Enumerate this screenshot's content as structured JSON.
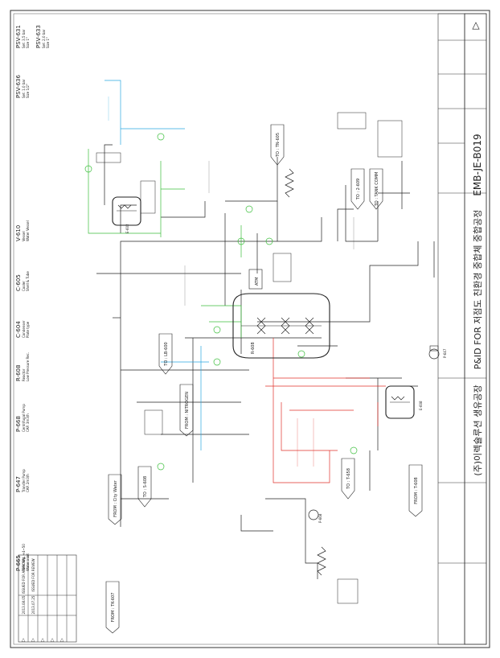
{
  "drawing": {
    "title_main": "P&ID FOR 저점도 친환경 중합체 중합공정",
    "drawing_no": "EMB-JE-B019",
    "company": "(주)이렉슐루션 생유공장",
    "rev_mark": "△"
  },
  "equipment": [
    {
      "tag": "P-665",
      "spec": [
        "Tank Stg. +4~50",
        "Water inlet"
      ]
    },
    {
      "tag": "P-647",
      "spec": [
        "Transfer Pump",
        "CAP. 2m3/h"
      ]
    },
    {
      "tag": "P-668",
      "spec": [
        "Centrifugal Pump",
        "CAP. 3m3/h"
      ]
    },
    {
      "tag": "R-608",
      "spec": [
        "Reactor",
        "Low Pressure Rec."
      ]
    },
    {
      "tag": "C-604",
      "spec": [
        "Condenser",
        "Plate type"
      ]
    },
    {
      "tag": "C-605",
      "spec": [
        "Cooler",
        "Shell & Tube"
      ]
    },
    {
      "tag": "V-610",
      "spec": [
        "Vessel",
        "Water Vessel"
      ]
    },
    {
      "tag": "PSV-636",
      "spec": [
        "Set: 1.0 bar",
        "Size 1/2\""
      ]
    },
    {
      "tag": "PSV-631",
      "spec": [
        "Set: 3.5 bar",
        "Size 1\""
      ]
    },
    {
      "tag": "PSV-633",
      "spec": [
        "Set: 2.0 bar",
        "Size 1\""
      ]
    }
  ],
  "offpage": [
    {
      "id": "tn",
      "text": "TO : TN-605"
    },
    {
      "id": "tankcomm",
      "text": "TO : TANK COMM"
    },
    {
      "id": "to2",
      "text": "TO : 2-609"
    },
    {
      "id": "tolb",
      "text": "TO : LB-600"
    },
    {
      "id": "tos",
      "text": "TO : S-608"
    },
    {
      "id": "tot",
      "text": "TO : T-658"
    },
    {
      "id": "fromcity",
      "text": "FROM : City Water"
    },
    {
      "id": "fromn2",
      "text": "FROM : NITROGEN"
    },
    {
      "id": "fromt",
      "text": "FROM : T-608"
    },
    {
      "id": "fromtk",
      "text": "FROM : TK-607"
    }
  ],
  "vessels": [
    {
      "id": "reactor",
      "tag": "R-608"
    },
    {
      "id": "exch1",
      "tag": "E-602"
    },
    {
      "id": "exch2",
      "tag": "E-608"
    },
    {
      "id": "atm",
      "tag": "ATM"
    },
    {
      "id": "pump",
      "tag": "P-647"
    },
    {
      "id": "pump2",
      "tag": "P-668"
    }
  ],
  "revisions": [
    {
      "no": "△",
      "date": "2013.08.05",
      "desc": "ISSUED FOR APPROVAL"
    },
    {
      "no": "△",
      "date": "2013.07.25",
      "desc": "ISSUED FOR REVIEW"
    },
    {
      "no": "△",
      "date": "",
      "desc": ""
    },
    {
      "no": "△",
      "date": "",
      "desc": ""
    },
    {
      "no": "△",
      "date": "",
      "desc": ""
    }
  ],
  "colors": {
    "line": "#222222",
    "red": "#e0302a",
    "blue": "#2aa6e0",
    "green": "#3cbf3c"
  }
}
